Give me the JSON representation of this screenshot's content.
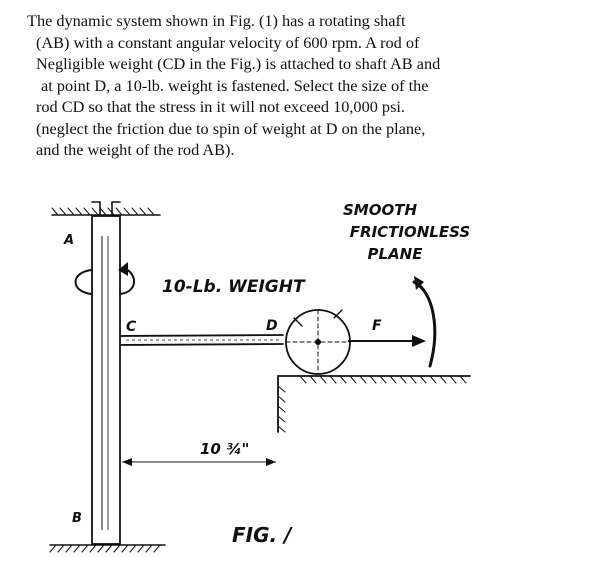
{
  "problem": {
    "lines": [
      "The dynamic system shown in Fig. (1) has a rotating shaft",
      "(AB) with a constant angular velocity of 600 rpm. A rod of",
      "Negligible weight (CD in the Fig.) is attached to shaft AB and",
      "at point D, a 10-lb. weight is fastened. Select the size of the",
      "rod CD so that the stress in it will not exceed 10,000 psi.",
      "(neglect the friction due to spin of weight at D on the plane,",
      "and the weight of the rod AB)."
    ]
  },
  "figure": {
    "plane_label_1": "SMOOTH",
    "plane_label_2": "FRICTIONLESS",
    "plane_label_3": "PLANE",
    "label_a": "A",
    "label_b": "B",
    "label_c": "C",
    "label_d": "D",
    "label_f": "F",
    "weight_label": "10-Lb. WEIGHT",
    "dimension": "10 ¾\"",
    "caption": "FIG. /"
  }
}
